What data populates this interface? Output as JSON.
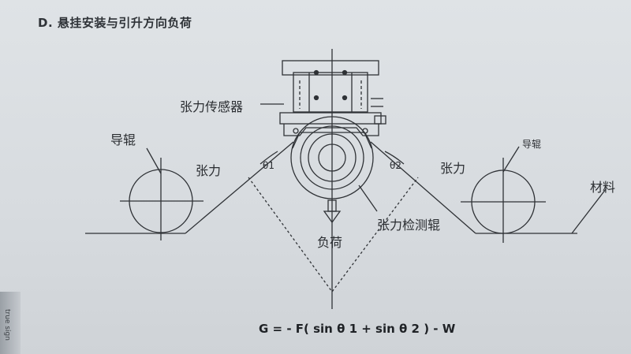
{
  "heading": "D. 悬挂安装与引升方向负荷",
  "labels": {
    "tension_sensor": "张力传感器",
    "guide_roller_left": "导辊",
    "guide_roller_right": "导辊",
    "tension_left": "张力",
    "tension_right": "张力",
    "theta1": "θ1",
    "theta2": "θ2",
    "detect_roller": "张力检测辊",
    "load": "负荷",
    "material": "材料"
  },
  "formula": "G = - F( sin θ 1 + sin θ 2 ) - W",
  "spine_text": "true sign",
  "colors": {
    "paper": "#dcdfe2",
    "ink": "#2a2d31"
  }
}
